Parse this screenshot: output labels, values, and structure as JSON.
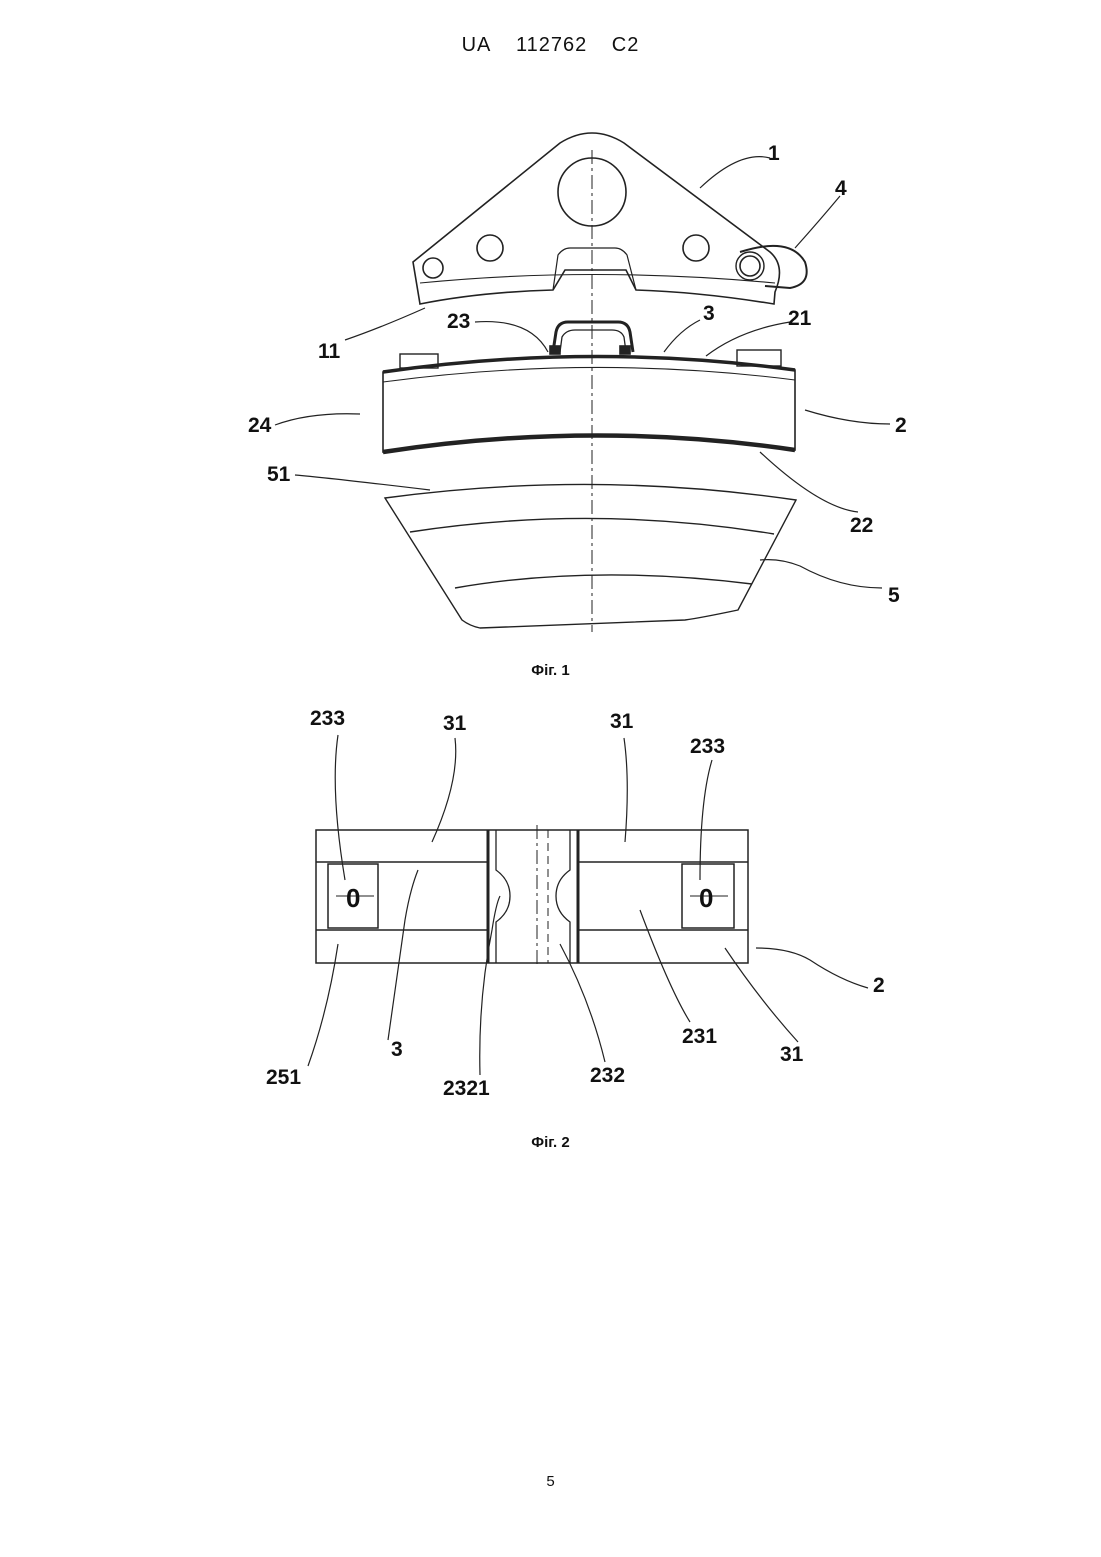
{
  "header": {
    "country": "UA",
    "number": "112762",
    "kind": "C2"
  },
  "figure1": {
    "caption": "Фіг. 1",
    "labels": [
      "1",
      "4",
      "3",
      "21",
      "23",
      "11",
      "24",
      "2",
      "51",
      "22",
      "5"
    ]
  },
  "figure2": {
    "caption": "Фіг. 2",
    "labels": [
      "233",
      "31",
      "31",
      "233",
      "2",
      "251",
      "3",
      "2321",
      "232",
      "231",
      "31"
    ],
    "hole_marks": [
      "0",
      "0"
    ]
  },
  "page_number": "5"
}
